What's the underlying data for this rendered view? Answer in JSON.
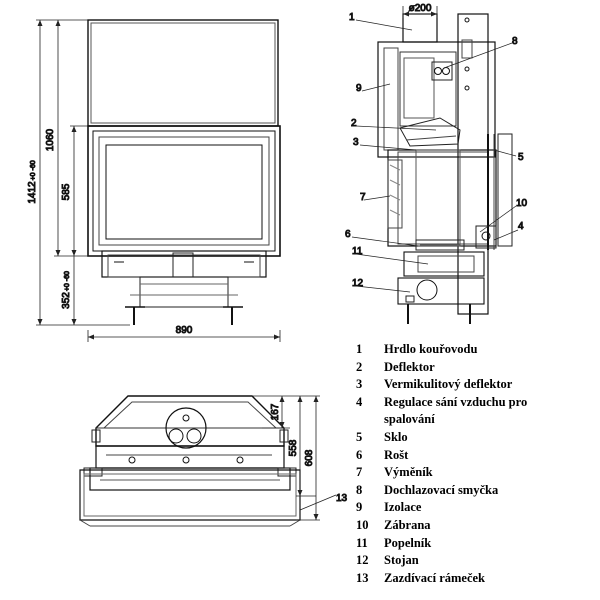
{
  "dimensions": {
    "total_height": "1412",
    "total_height_tol": "+0 -60",
    "body_height": "1060",
    "glass_height": "585",
    "base_height": "352",
    "base_height_tol": "+0 -60",
    "width": "890",
    "flue_diameter": "ø200",
    "plan_flue_offset": "167",
    "plan_depth": "558",
    "plan_total_depth": "608"
  },
  "callouts": [
    "1",
    "2",
    "3",
    "4",
    "5",
    "6",
    "7",
    "8",
    "9",
    "10",
    "11",
    "12",
    "13"
  ],
  "legend": [
    {
      "num": "1",
      "label": "Hrdlo kouřovodu"
    },
    {
      "num": "2",
      "label": "Deflektor"
    },
    {
      "num": "3",
      "label": "Vermikulitový deflektor"
    },
    {
      "num": "4",
      "label": "Regulace sání vzduchu pro"
    },
    {
      "num": "",
      "label": "spalování"
    },
    {
      "num": "5",
      "label": "Sklo"
    },
    {
      "num": "6",
      "label": "Rošt"
    },
    {
      "num": "7",
      "label": "Výměník"
    },
    {
      "num": "8",
      "label": "Dochlazovací smyčka"
    },
    {
      "num": "9",
      "label": "Izolace"
    },
    {
      "num": "10",
      "label": "Zábrana"
    },
    {
      "num": "11",
      "label": "Popelník"
    },
    {
      "num": "12",
      "label": "Stojan"
    },
    {
      "num": "13",
      "label": "Zazdívací rámeček"
    }
  ]
}
